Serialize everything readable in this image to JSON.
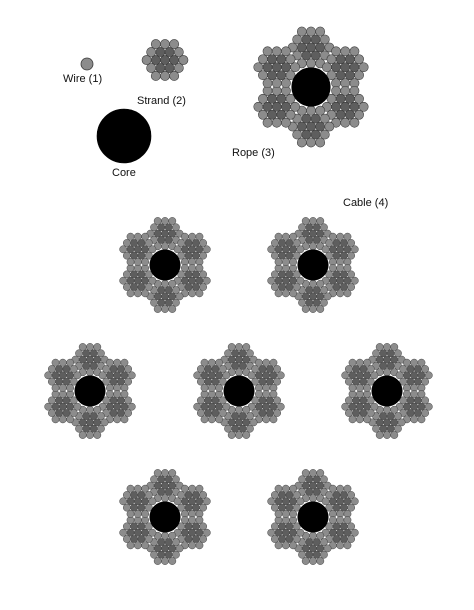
{
  "labels": {
    "wire": "Wire (1)",
    "strand": "Strand (2)",
    "core": "Core",
    "rope": "Rope (3)",
    "cable": "Cable (4)"
  },
  "colors": {
    "outer_wire": "#8c8c8c",
    "inner_wire": "#5e5e5e",
    "wire_stroke": "#3a3a3a",
    "core": "#000000",
    "background": "#ffffff",
    "text": "#111111"
  },
  "structure": {
    "wires_per_strand": 19,
    "strands_per_rope": 6,
    "ropes_per_cable": 7
  }
}
